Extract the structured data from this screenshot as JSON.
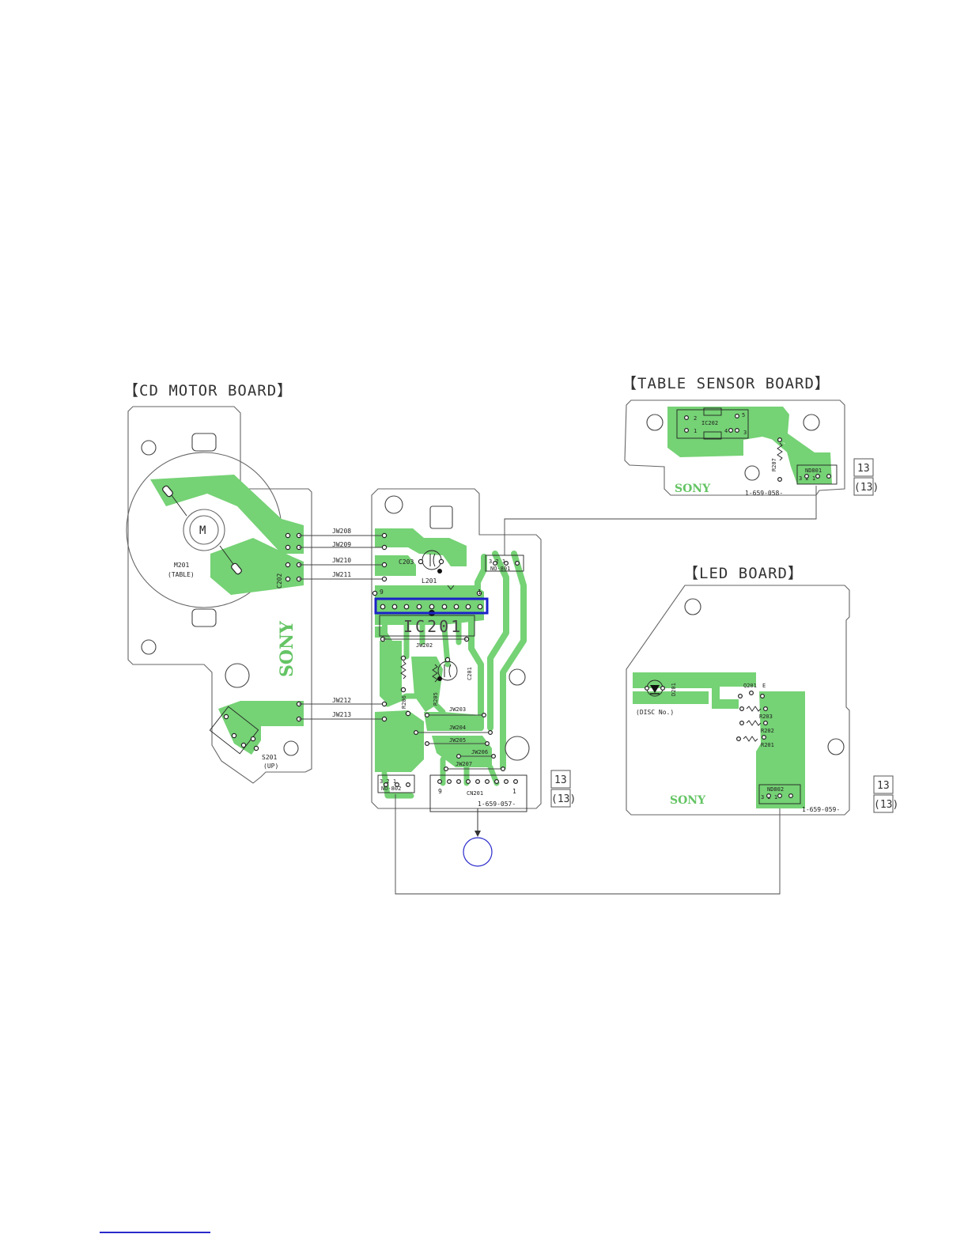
{
  "boards": {
    "cd_motor": {
      "title": "【CD MOTOR BOARD】",
      "motor_symbol": "M",
      "motor_ref": "M201",
      "motor_note": "(TABLE)",
      "cap_ref": "C202",
      "switch_ref": "S201",
      "switch_note": "(UP)",
      "brand": "SONY"
    },
    "main": {
      "jumpers": [
        "JW208",
        "JW209",
        "JW210",
        "JW211",
        "JW212",
        "JW213"
      ],
      "jumpers_lower": [
        "JW202",
        "JW203",
        "JW204",
        "JW205",
        "JW206",
        "JW207"
      ],
      "ic_ref": "IC201",
      "ic_pin_first": "9",
      "ic_pin_last": "1",
      "cap_ref": "C203",
      "cap2_ref": "C201",
      "coil_ref": "L201",
      "res1_ref": "R206",
      "res2_ref": "R205",
      "conn_top_ref": "NO-801",
      "conn_top_pins": "3  2  1",
      "conn_bot_ref": "NO-802",
      "conn_bot_pins": "3  2  1",
      "cn_ref": "CN201",
      "cn_pin_left": "9",
      "cn_pin_right": "1",
      "part_no": "1-659-057-",
      "ref_box": "13",
      "ref_box2": "(13)"
    },
    "table_sensor": {
      "title": "【TABLE SENSOR BOARD】",
      "ic_ref": "IC202",
      "ic_pins": [
        "2",
        "1",
        "5",
        "4",
        "3"
      ],
      "res_ref": "R207",
      "conn_ref": "ND801",
      "conn_pins": "3  2  1",
      "brand": "SONY",
      "part_no": "1-659-058-",
      "ref_box": "13",
      "ref_box2": "(13)"
    },
    "led": {
      "title": "【LED BOARD】",
      "led_ref": "D201",
      "led_note": "(DISC No.)",
      "q_ref": "Q201",
      "q_pin": "E",
      "res_refs": [
        "R203",
        "R202",
        "R201"
      ],
      "conn_ref": "ND802",
      "conn_pins": "3  2  1",
      "brand": "SONY",
      "part_no": "1-659-059-",
      "ref_box": "13",
      "ref_box2": "(13)"
    }
  },
  "colors": {
    "copper": "#75d275",
    "outline": "#666666",
    "highlight": "#1a22c8",
    "link": "#2a2acc"
  }
}
